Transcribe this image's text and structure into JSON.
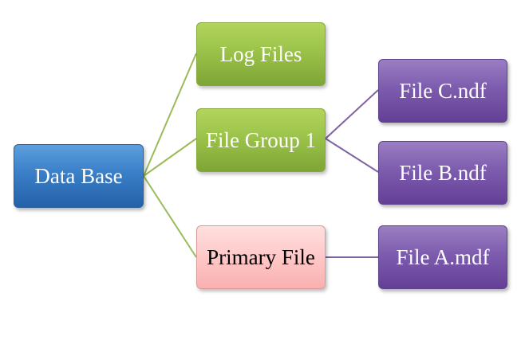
{
  "diagram": {
    "nodes": {
      "database": {
        "label": "Data Base",
        "color": "#3a7fc8"
      },
      "log_files": {
        "label": "Log Files",
        "color": "#9bc34a"
      },
      "file_group_1": {
        "label": "File Group 1",
        "color": "#9bc34a"
      },
      "primary_file": {
        "label": "Primary File",
        "color": "#ffc5c5"
      },
      "file_c": {
        "label": "File C.ndf",
        "color": "#7d5cae"
      },
      "file_b": {
        "label": "File B.ndf",
        "color": "#7d5cae"
      },
      "file_a": {
        "label": "File A.mdf",
        "color": "#7d5cae"
      }
    },
    "edges": [
      {
        "from": "Data Base",
        "to": "Log Files"
      },
      {
        "from": "Data Base",
        "to": "File Group 1"
      },
      {
        "from": "Data Base",
        "to": "Primary File"
      },
      {
        "from": "File Group 1",
        "to": "File C.ndf"
      },
      {
        "from": "File Group 1",
        "to": "File B.ndf"
      },
      {
        "from": "Primary File",
        "to": "File A.mdf"
      }
    ],
    "connector_colors": {
      "level1": "#9bbb59",
      "level2": "#8064a2"
    }
  }
}
